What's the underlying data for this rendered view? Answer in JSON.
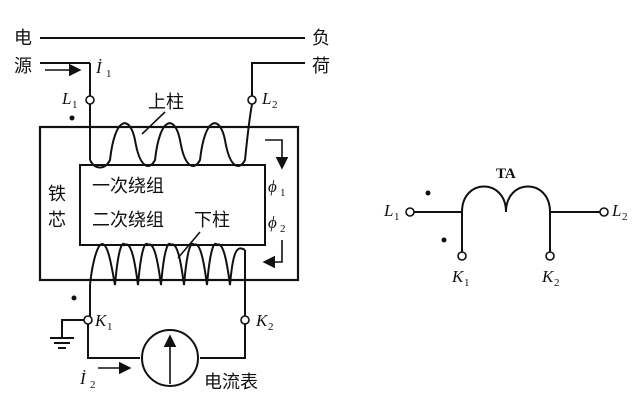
{
  "labels": {
    "source_1": "电",
    "source_2": "源",
    "load_1": "负",
    "load_2": "荷",
    "i1": "İ",
    "i1_sub": "1",
    "i2": "İ",
    "i2_sub": "2",
    "L": "L",
    "L1_sub": "1",
    "L2_sub": "2",
    "K": "K",
    "K1_sub": "1",
    "K2_sub": "2",
    "upper_limb": "上柱",
    "lower_limb": "下柱",
    "core_1": "铁",
    "core_2": "芯",
    "primary_winding": "一次绕组",
    "secondary_winding": "二次绕组",
    "phi": "ϕ",
    "phi1_sub": "1",
    "phi2_sub": "2",
    "ammeter": "电流表",
    "ta": "TA"
  }
}
